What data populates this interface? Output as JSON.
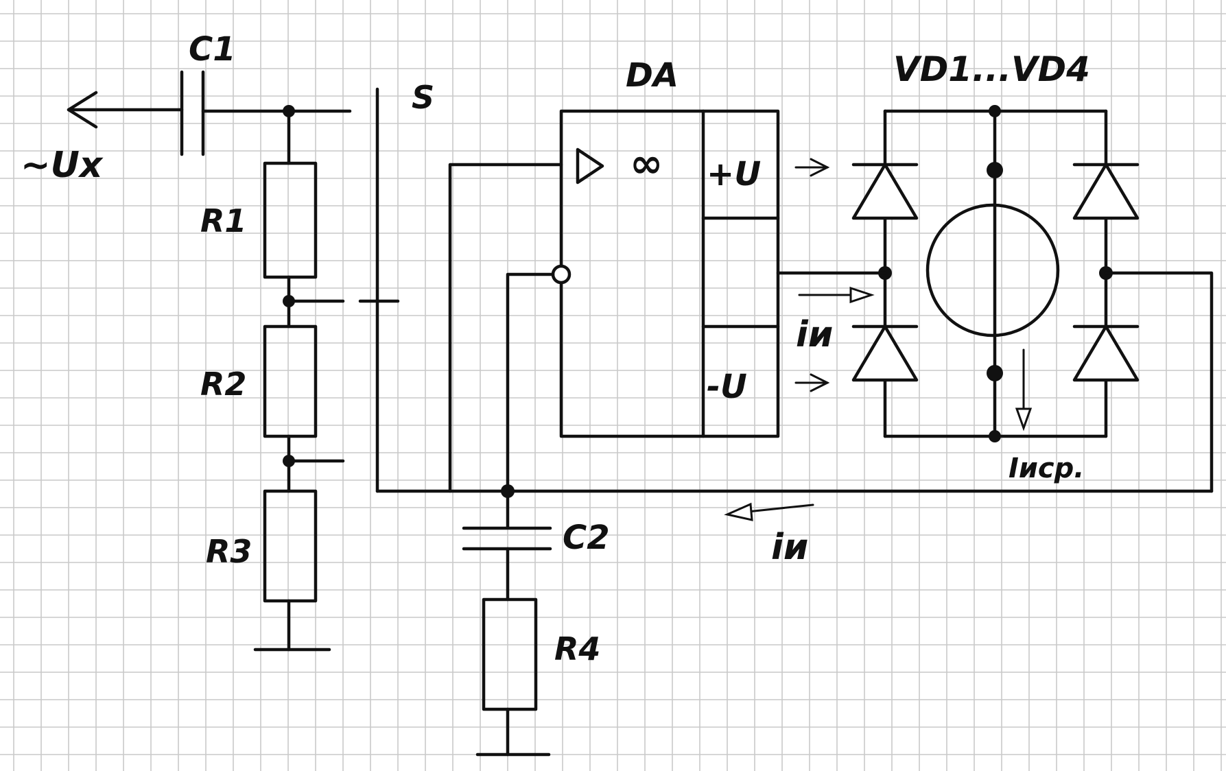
{
  "labels": {
    "c1": "C1",
    "ux": "~Ux",
    "r1": "R1",
    "r2": "R2",
    "r3": "R3",
    "r4": "R4",
    "c2": "C2",
    "s": "S",
    "da": "DA",
    "infinity": "∞",
    "plus_u": "+U",
    "minus_u": "-U",
    "bridge": "VD1...VD4",
    "i_u_top": "iи",
    "i_u_bottom": "iи",
    "i_isp": "Iиср."
  },
  "colors": {
    "ink": "#111111",
    "grid": "#c9c9c9",
    "paper": "#ffffff"
  }
}
